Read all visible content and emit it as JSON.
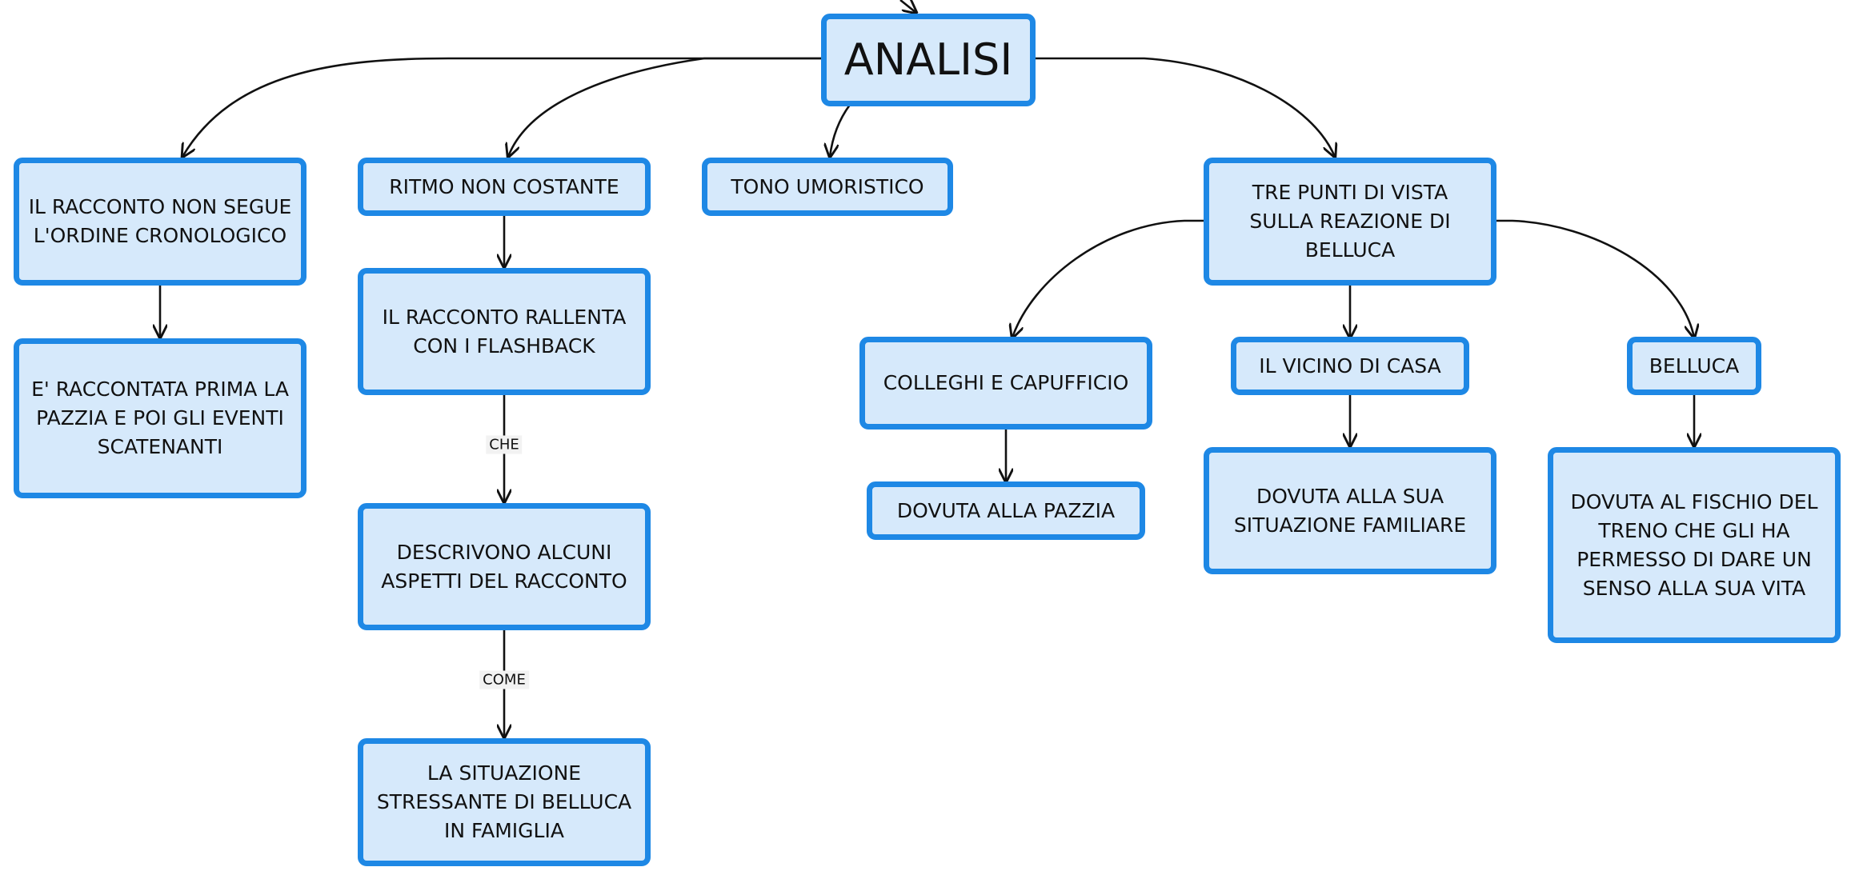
{
  "nodes": {
    "analisi": "ANALISI",
    "ordine": "IL RACCONTO NON SEGUE L'ORDINE CRONOLOGICO",
    "pazzia_prima": "E' RACCONTATA PRIMA LA PAZZIA E POI GLI EVENTI SCATENANTI",
    "ritmo": "RITMO NON COSTANTE",
    "rallenta": "IL RACCONTO RALLENTA CON I FLASHBACK",
    "descrivono": "DESCRIVONO ALCUNI ASPETTI DEL RACCONTO",
    "situazione": "LA SITUAZIONE STRESSANTE DI BELLUCA IN FAMIGLIA",
    "tono": "TONO UMORISTICO",
    "tre_punti": "TRE PUNTI DI VISTA SULLA REAZIONE DI BELLUCA",
    "colleghi": "COLLEGHI E CAPUFFICIO",
    "dovuta_pazzia": "DOVUTA ALLA PAZZIA",
    "vicino": "IL VICINO DI CASA",
    "dovuta_familiare": "DOVUTA ALLA SUA SITUAZIONE FAMILIARE",
    "belluca": "BELLUCA",
    "dovuta_fischio": "DOVUTA AL FISCHIO DEL TRENO CHE GLI HA PERMESSO DI DARE UN SENSO ALLA SUA VITA"
  },
  "edge_labels": {
    "che": "CHE",
    "come": "COME"
  },
  "colors": {
    "node_fill": "#d6e9fb",
    "node_border": "#1e88e5",
    "edge": "#111111"
  }
}
